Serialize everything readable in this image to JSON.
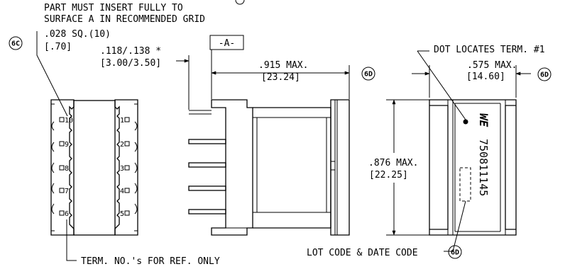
{
  "notes": {
    "insert_line1": "PART MUST INSERT FULLY TO",
    "insert_line2": "SURFACE A IN RECOMMENDED GRID",
    "pin_sq": ".028 SQ.(10)",
    "pin_sq_mm": "[.70]",
    "pin_len": ".118/.138 *",
    "pin_len_mm": "[3.00/3.50]",
    "datum": "-A-",
    "width_max": ".915 MAX.",
    "width_max_mm": "[23.24]",
    "dot": "DOT LOCATES TERM. #1",
    "depth_max": ".575 MAX.",
    "depth_max_mm": "[14.60]",
    "height_max": ".876 MAX.",
    "height_max_mm": "[22.25]",
    "term_ref": "TERM. NO.'s FOR REF. ONLY",
    "lot_code": "LOT CODE & DATE CODE"
  },
  "callouts": {
    "c6c": "6C",
    "c6d": "6D"
  },
  "pins_left": [
    "10",
    "9",
    "8",
    "7",
    "6"
  ],
  "pins_right": [
    "1",
    "2",
    "3",
    "4",
    "5"
  ],
  "part_number": "750811145",
  "logo": "WE"
}
